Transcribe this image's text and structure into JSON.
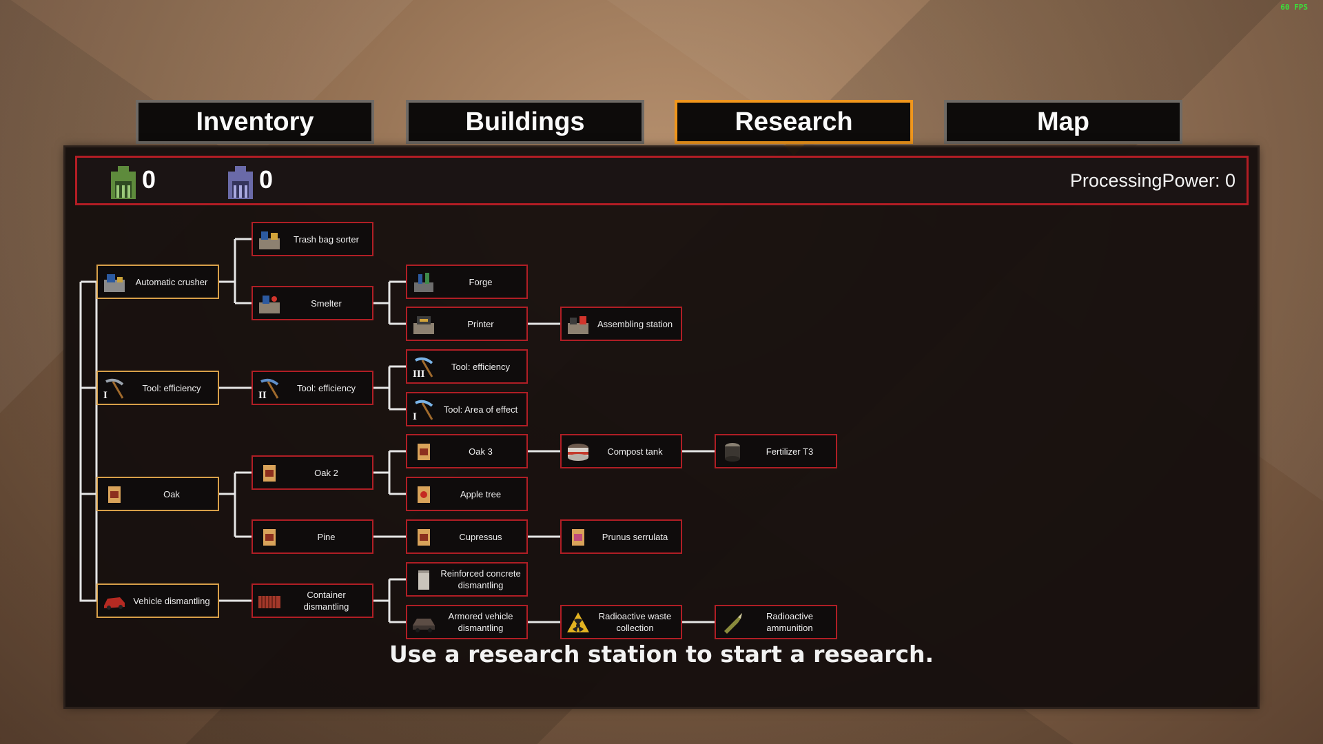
{
  "fps": "60 FPS",
  "tabs": [
    {
      "label": "Inventory",
      "active": false
    },
    {
      "label": "Buildings",
      "active": false
    },
    {
      "label": "Research",
      "active": true
    },
    {
      "label": "Map",
      "active": false
    }
  ],
  "resources": {
    "green_count": "0",
    "blue_count": "0",
    "processing_power": "ProcessingPower: 0"
  },
  "research_nodes": {
    "automatic_crusher": {
      "label": "Automatic crusher",
      "icon": "crusher-machine-icon",
      "owned": true
    },
    "trash_bag_sorter": {
      "label": "Trash bag sorter",
      "icon": "sorter-machine-icon",
      "owned": false
    },
    "smelter": {
      "label": "Smelter",
      "icon": "smelter-icon",
      "owned": false
    },
    "forge": {
      "label": "Forge",
      "icon": "forge-icon",
      "owned": false
    },
    "printer": {
      "label": "Printer",
      "icon": "printer-icon",
      "owned": false
    },
    "assembling_station": {
      "label": "Assembling station",
      "icon": "assembling-station-icon",
      "owned": false
    },
    "tool_efficiency_1": {
      "label": "Tool: efficiency",
      "tier": "I",
      "icon": "pickaxe-icon",
      "owned": true
    },
    "tool_efficiency_2": {
      "label": "Tool: efficiency",
      "tier": "II",
      "icon": "pickaxe-icon",
      "owned": false
    },
    "tool_efficiency_3": {
      "label": "Tool: efficiency",
      "tier": "III",
      "icon": "pickaxe-icon",
      "owned": false
    },
    "tool_area": {
      "label": "Tool: Area of effect",
      "tier": "I",
      "icon": "pickaxe-icon",
      "owned": false
    },
    "oak": {
      "label": "Oak",
      "icon": "seed-bag-icon",
      "owned": true
    },
    "oak_2": {
      "label": "Oak 2",
      "icon": "seed-bag-icon",
      "owned": false
    },
    "oak_3": {
      "label": "Oak 3",
      "icon": "seed-bag-icon",
      "owned": false
    },
    "apple_tree": {
      "label": "Apple tree",
      "icon": "seed-bag-icon",
      "owned": false
    },
    "compost_tank": {
      "label": "Compost tank",
      "icon": "compost-tank-icon",
      "owned": false
    },
    "fertilizer_t3": {
      "label": "Fertilizer T3",
      "icon": "fertilizer-barrel-icon",
      "owned": false
    },
    "pine": {
      "label": "Pine",
      "icon": "seed-bag-icon",
      "owned": false
    },
    "cupressus": {
      "label": "Cupressus",
      "icon": "seed-bag-icon",
      "owned": false
    },
    "prunus_serrulata": {
      "label": "Prunus serrulata",
      "icon": "seed-bag-icon",
      "owned": false
    },
    "vehicle_dismantling": {
      "label": "Vehicle dismantling",
      "icon": "car-wreck-icon",
      "owned": true
    },
    "container_dismantling": {
      "label": "Container dismantling",
      "icon": "container-icon",
      "owned": false
    },
    "reinforced_concrete": {
      "label": "Reinforced concrete dismantling",
      "icon": "concrete-block-icon",
      "owned": false
    },
    "armored_vehicle": {
      "label": "Armored vehicle dismantling",
      "icon": "armored-vehicle-icon",
      "owned": false
    },
    "radioactive_waste": {
      "label": "Radioactive waste collection",
      "icon": "radiation-icon",
      "owned": false
    },
    "radioactive_ammo": {
      "label": "Radioactive ammunition",
      "icon": "ammunition-icon",
      "owned": false
    }
  },
  "hint": "Use a research station to start a research.",
  "colors": {
    "active_tab": "#f0961c",
    "node_border": "#b01e25",
    "owned_border": "#d8a049",
    "link_line": "#e6e6e6",
    "fps_text": "#3ae03a"
  }
}
